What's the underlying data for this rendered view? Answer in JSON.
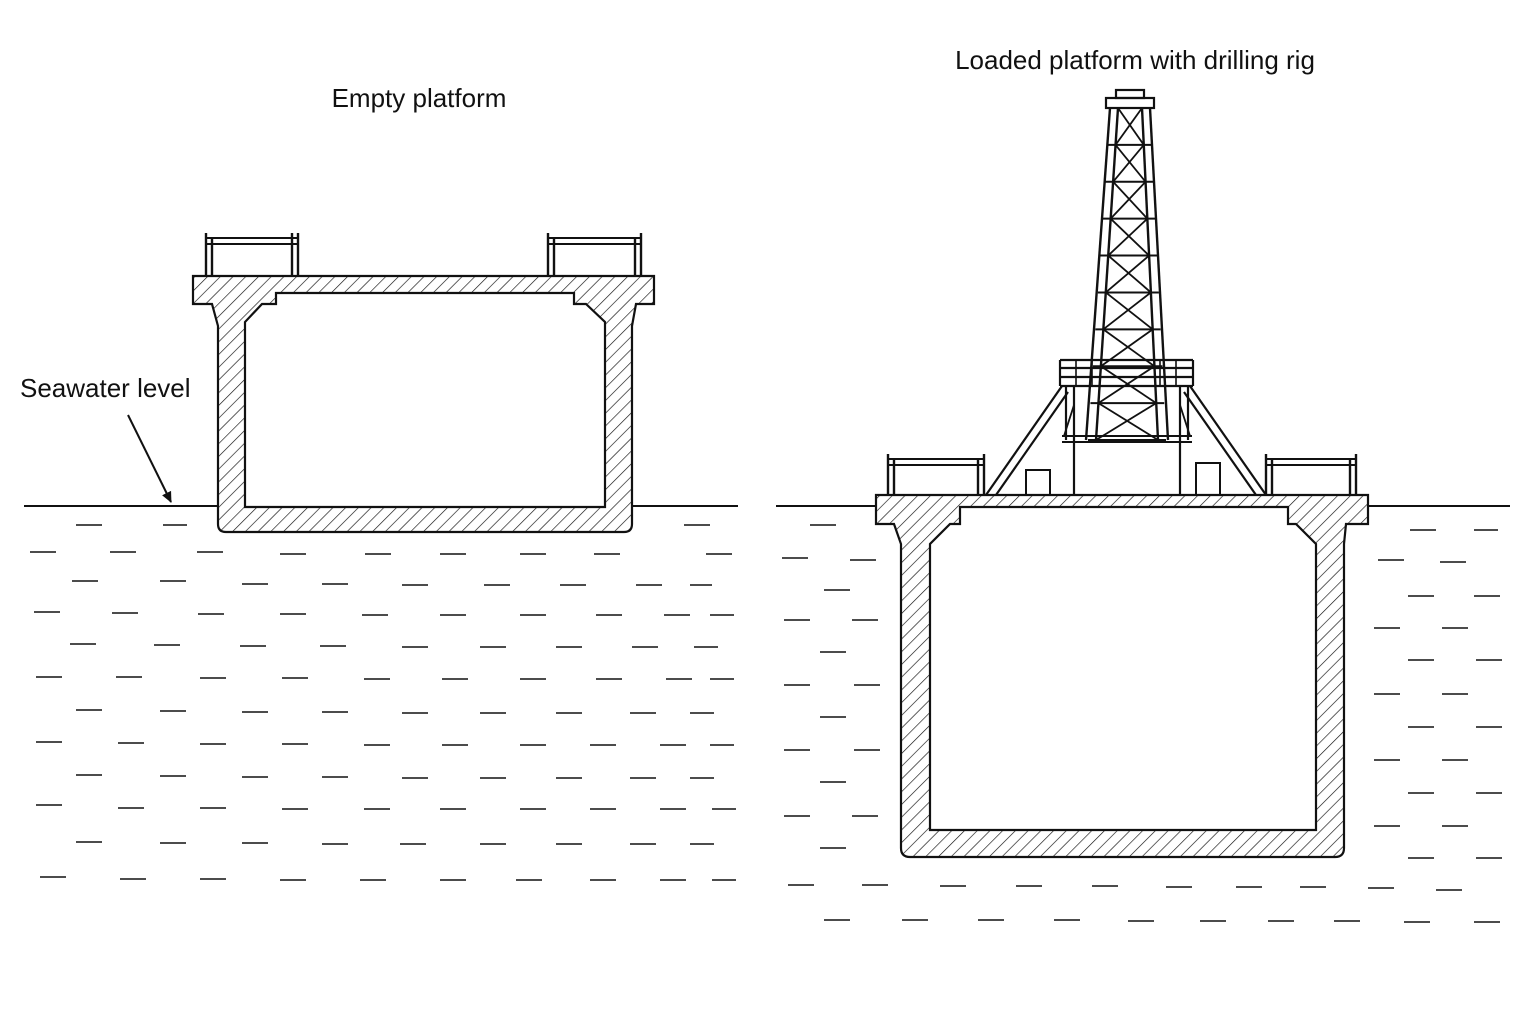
{
  "labels": {
    "empty_title": "Empty platform",
    "loaded_title": "Loaded platform with drilling rig",
    "seawater": "Seawater level"
  },
  "colors": {
    "line": "#111111",
    "background": "#ffffff"
  }
}
